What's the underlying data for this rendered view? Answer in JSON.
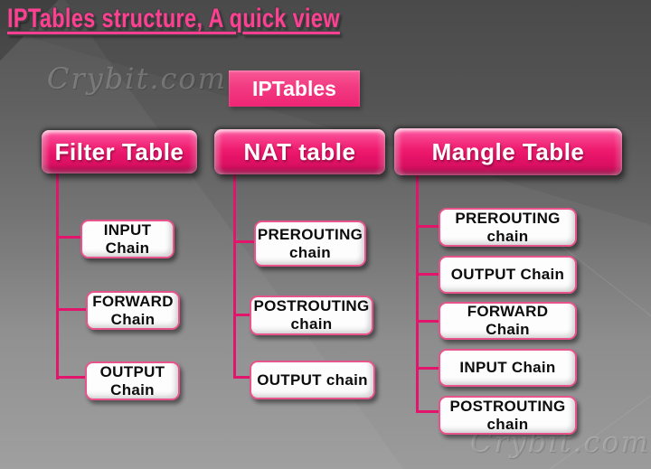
{
  "title": "IPTables structure, A quick view",
  "watermark_top": "Crybit.com",
  "watermark_bottom": "Crybit.com",
  "root": {
    "label": "IPTables"
  },
  "colors": {
    "title_pink": "#ff4092",
    "button_pink": "#ee1b6e",
    "connector_pink": "#e2156d",
    "chain_box_border": "#e8538c",
    "background_gray_top": "#4a4a4a",
    "background_gray_bottom": "#949494"
  },
  "columns": [
    {
      "table_label": "Filter Table",
      "children": [
        {
          "label": "INPUT\nChain"
        },
        {
          "label": "FORWARD\nChain"
        },
        {
          "label": "OUTPUT\nChain"
        }
      ]
    },
    {
      "table_label": "NAT table",
      "children": [
        {
          "label": "PREROUTING\nchain"
        },
        {
          "label": "POSTROUTING\nchain"
        },
        {
          "label": "OUTPUT chain"
        }
      ]
    },
    {
      "table_label": "Mangle Table",
      "children": [
        {
          "label": "PREROUTING\nchain"
        },
        {
          "label": "OUTPUT Chain"
        },
        {
          "label": "FORWARD\nChain"
        },
        {
          "label": "INPUT Chain"
        },
        {
          "label": "POSTROUTING\nchain"
        }
      ]
    }
  ]
}
